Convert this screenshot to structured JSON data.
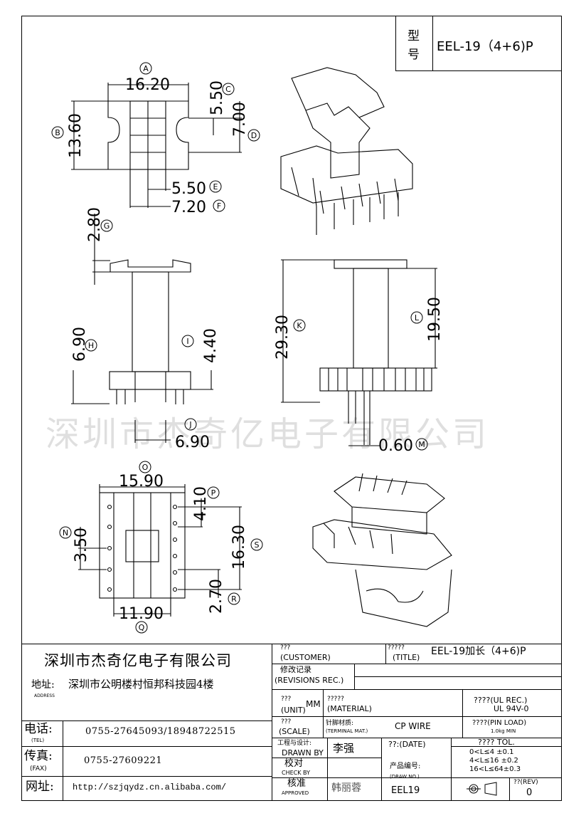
{
  "header": {
    "model_label": "型号",
    "model_value": "EEL-19（4+6)P"
  },
  "dims": {
    "a": "16.20",
    "b": "13.60",
    "c": "5.50",
    "d": "7.00",
    "e": "5.50",
    "f": "7.20",
    "g": "2.80",
    "h": "6.90",
    "i": "4.40",
    "j": "6.90",
    "k": "29.30",
    "l": "19.50",
    "m": "0.60",
    "n": "3.50",
    "o": "15.90",
    "p": "4.10",
    "q": "11.90",
    "r": "2.70",
    "s": "16.30"
  },
  "markers": {
    "a": "A",
    "b": "B",
    "c": "C",
    "d": "D",
    "e": "E",
    "f": "F",
    "g": "G",
    "h": "H",
    "i": "I",
    "j": "J",
    "k": "K",
    "l": "L",
    "m": "M",
    "n": "N",
    "o": "O",
    "p": "P",
    "q": "Q",
    "r": "R",
    "s": "S"
  },
  "watermark": "深圳市杰奇亿电子有限公司",
  "company": {
    "name": "深圳市杰奇亿电子有限公司",
    "address_label": "地址:",
    "address_sub": "ADDRESS",
    "address": "深圳市公明楼村恒邦科技园4楼",
    "tel_label": "电话:",
    "tel_sub": "(TEL)",
    "tel": "0755-27645093/18948722515",
    "fax_label": "传真:",
    "fax_sub": "(FAX)",
    "fax": "0755-27609221",
    "web_label": "网址:",
    "web": "http://szjqydz.cn.alibaba.com/"
  },
  "title_block": {
    "customer_q": "???",
    "customer_label": "(CUSTOMER)",
    "title_q": "?????",
    "title_label": "(TITLE)",
    "title_value": "EEL-19加长（4+6)P",
    "revisions_cn": "修改记录",
    "revisions_label": "(REVISIONS REC.)",
    "unit_q": "???",
    "unit_label": "(UNIT)",
    "unit_value": "MM",
    "material_q": "?????",
    "material_label": "(MATERIAL)",
    "ul_label": "????(UL REC.)",
    "ul_value": "UL 94V-0",
    "scale_q": "???",
    "scale_label": "(SCALE)",
    "terminal_cn": "针脚材质:",
    "terminal_label": "(TERMINAL MAT.)",
    "terminal_value": "CP WIRE",
    "pinload_label": "????(PIN LOAD)",
    "pinload_value": "1.0kg MIN",
    "tol_label": "???? TOL.",
    "drawn_cn": "工程与设计:",
    "drawn_label": "DRAWN BY",
    "drawn_value": "李强",
    "date_label": "??:(DATE)",
    "tol1": "0<L≤4  ±0.1",
    "tol2": "4<L≤16 ±0.2",
    "tol3": "16<L≤64±0.3",
    "check_cn": "校对",
    "check_label": "CHECK BY",
    "drawno_cn": "产品编号:",
    "drawno_label": "(DRAW NO.)",
    "drawno_value": "EEL19",
    "approved_cn": "核准",
    "approved_label": "APPROVED",
    "approved_value": "韩丽蓉",
    "rev_label": "??(REV)",
    "rev_value": "0"
  }
}
